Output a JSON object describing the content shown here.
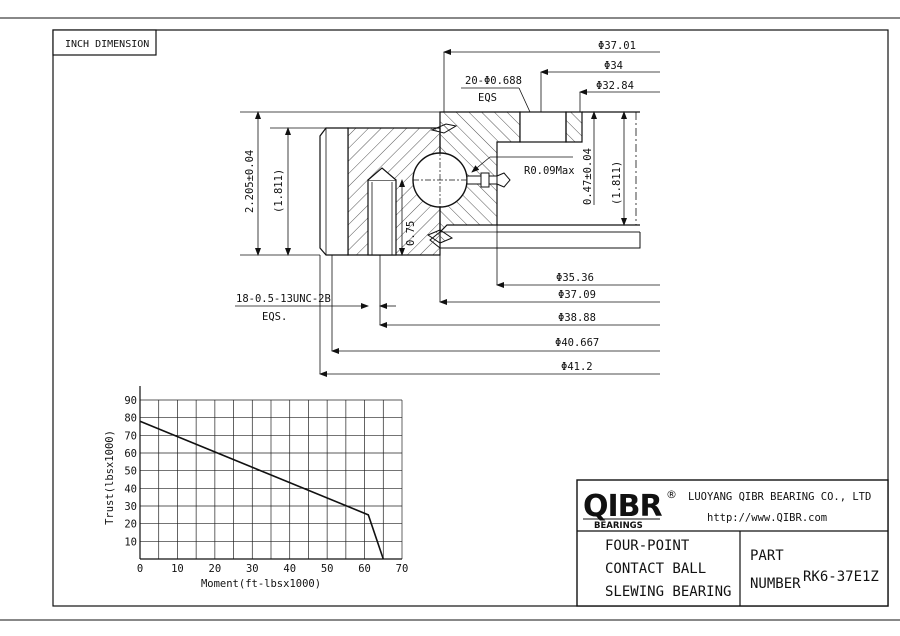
{
  "header": {
    "dimension_label": "INCH DIMENSION"
  },
  "drawing": {
    "dims": {
      "d_37_01": "Φ37.01",
      "d_34": "Φ34",
      "holes_top": "20-Φ0.688",
      "eqs_top": "EQS",
      "d_32_84": "Φ32.84",
      "height_total": "2.205±0.04",
      "height_inner_left": "(1.811)",
      "radius": "R0.09Max",
      "gap": "0.47±0.04",
      "height_inner_right": "(1.811)",
      "depth": "0.75",
      "d_35_36": "Φ35.36",
      "holes_bottom": "18-0.5-13UNC-2B",
      "eqs_bottom": "EQS.",
      "d_37_09": "Φ37.09",
      "d_38_88": "Φ38.88",
      "d_40_667": "Φ40.667",
      "d_41_2": "Φ41.2"
    }
  },
  "chart_data": {
    "type": "line",
    "xlabel": "Moment(ft-lbsx1000)",
    "ylabel": "Trust(lbsx1000)",
    "xlim": [
      0,
      70
    ],
    "ylim": [
      0,
      90
    ],
    "x_ticks": [
      "0",
      "10",
      "20",
      "30",
      "40",
      "50",
      "60",
      "70"
    ],
    "y_ticks": [
      "10",
      "20",
      "30",
      "40",
      "50",
      "60",
      "70",
      "80",
      "90"
    ],
    "grid": true,
    "series": [
      {
        "x": [
          0,
          61,
          65
        ],
        "y": [
          78,
          25,
          0
        ]
      }
    ]
  },
  "title_block": {
    "logo_text": "QIBR",
    "logo_reg": "®",
    "logo_sub": "BEARINGS",
    "company": "LUOYANG QIBR BEARING CO., LTD",
    "website": "http://www.QIBR.com",
    "desc_line1": "FOUR-POINT",
    "desc_line2": "CONTACT BALL",
    "desc_line3": "SLEWING BEARING",
    "part_label1": "PART",
    "part_label2": "NUMBER",
    "part_number": "RK6-37E1Z"
  },
  "colors": {
    "line": "#111111",
    "hatch": "#555555"
  }
}
